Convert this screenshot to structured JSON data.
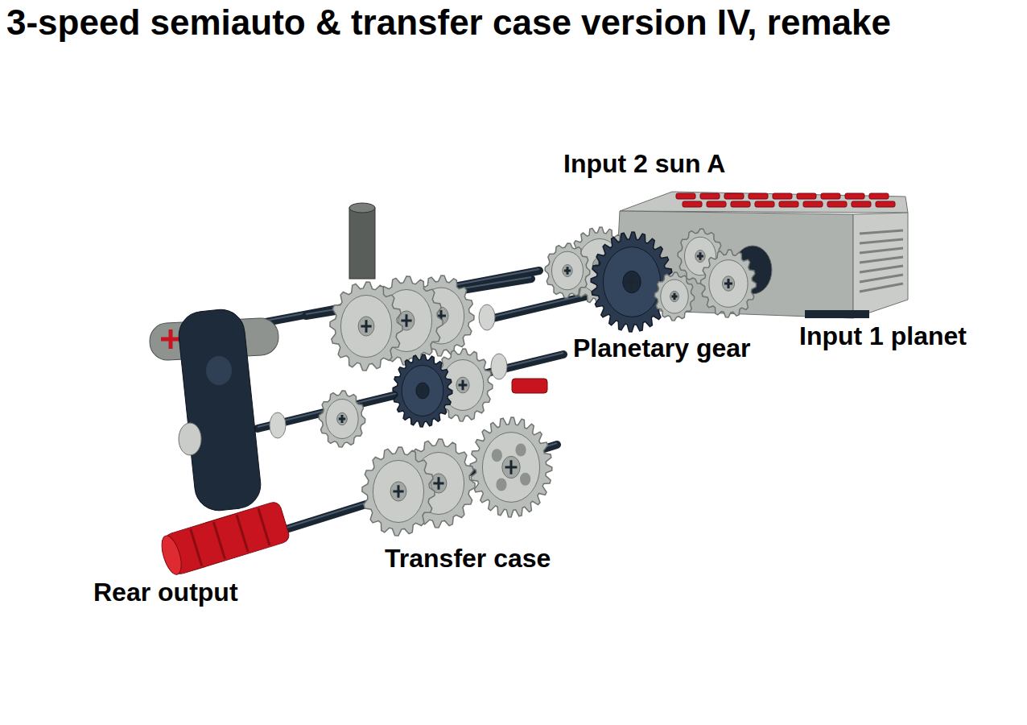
{
  "diagram": {
    "title": "3-speed semiauto & transfer case version IV, remake",
    "labels": [
      "Input 2 sun A",
      "Input 1 planet",
      "Planetary gear",
      "Transfer case",
      "Rear output"
    ]
  }
}
